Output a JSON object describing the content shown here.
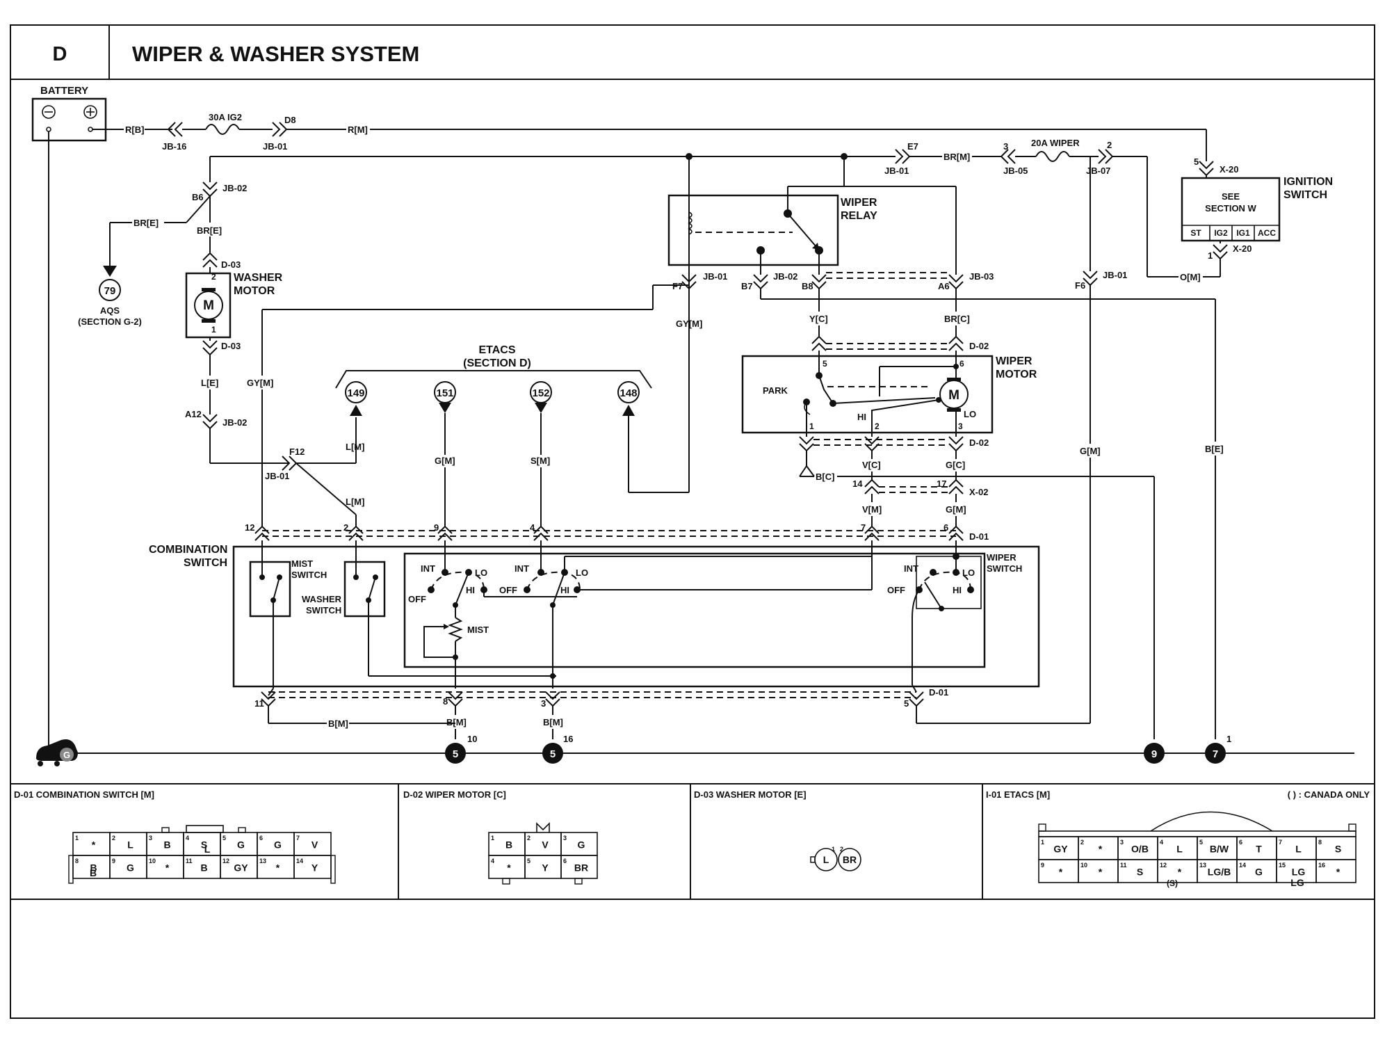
{
  "header": {
    "section": "D",
    "title": "WIPER & WASHER SYSTEM"
  },
  "labels": {
    "battery": "BATTERY",
    "fuse_ig2": "30A IG2",
    "fuse_wiper": "20A WIPER",
    "rb": "R[B]",
    "rm": "R[M]",
    "brm": "BR[M]",
    "jb16": "JB-16",
    "jb01": "JB-01",
    "jb05": "JB-05",
    "jb07": "JB-07",
    "jb02": "JB-02",
    "jb03": "JB-03",
    "d8": "D8",
    "e7": "E7",
    "n3": "3",
    "n2": "2",
    "x20": "X-20",
    "n5": "5",
    "n1": "1",
    "ignition": [
      "IGNITION",
      "SWITCH"
    ],
    "see_section": [
      "SEE",
      "SECTION W"
    ],
    "ign_pos": [
      "ST",
      "IG2",
      "IG1",
      "ACC"
    ],
    "om": "O[M]",
    "b6": "B6",
    "bre": "BR[E]",
    "aqs_num": "79",
    "aqs": [
      "AQS",
      "(SECTION G-2)"
    ],
    "d03": "D-03",
    "washer_motor": [
      "WASHER",
      "MOTOR"
    ],
    "m": "M",
    "le": "L[E]",
    "gym": "GY[M]",
    "a12": "A12",
    "f12": "F12",
    "wiper_relay": [
      "WIPER",
      "RELAY"
    ],
    "f7": "F7",
    "b7": "B7",
    "b8": "B8",
    "a6": "A6",
    "f6": "F6",
    "yc": "Y[C]",
    "brc": "BR[C]",
    "d02": "D-02",
    "wiper_motor": [
      "WIPER",
      "MOTOR"
    ],
    "park": "PARK",
    "hi": "HI",
    "lo": "LO",
    "p5": "5",
    "p6": "6",
    "p1": "1",
    "p2": "2",
    "p3": "3",
    "bc": "B[C]",
    "vc": "V[C]",
    "gc": "G[C]",
    "p14": "14",
    "p17": "17",
    "x02": "X-02",
    "vm": "V[M]",
    "gm": "G[M]",
    "sm": "S[M]",
    "lm": "L[M]",
    "be": "B[E]",
    "etacs": [
      "ETACS",
      "(SECTION D)"
    ],
    "e149": "149",
    "e151": "151",
    "e152": "152",
    "e148": "148",
    "p12": "12",
    "p9": "9",
    "p4": "4",
    "p7": "7",
    "d01": "D-01",
    "combination_switch": [
      "COMBINATION",
      "SWITCH"
    ],
    "mist_switch": [
      "MIST",
      "SWITCH"
    ],
    "washer_switch": [
      "WASHER",
      "SWITCH"
    ],
    "wiper_switch": [
      "WIPER",
      "SWITCH"
    ],
    "int": "INT",
    "off": "OFF",
    "mist": "MIST",
    "p11": "11",
    "p8": "8",
    "bm": "B[M]",
    "g_ground": "G",
    "g5": "5",
    "g9": "9",
    "g7": "7",
    "g10": "10",
    "g16": "16",
    "g1": "1"
  },
  "connectors": {
    "d01": {
      "title": "D-01 COMBINATION SWITCH [M]",
      "row1": [
        {
          "n": "1",
          "v": "*"
        },
        {
          "n": "2",
          "v": "L"
        },
        {
          "n": "3",
          "v": "B"
        },
        {
          "n": "4",
          "v": "S"
        },
        {
          "n": "5",
          "v": "G"
        },
        {
          "n": "6",
          "v": "G"
        },
        {
          "n": "7",
          "v": "V"
        }
      ],
      "row1_sub": "L",
      "row2": [
        {
          "n": "8",
          "v": "B"
        },
        {
          "n": "9",
          "v": "G"
        },
        {
          "n": "10",
          "v": "*"
        },
        {
          "n": "11",
          "v": "B"
        },
        {
          "n": "12",
          "v": "GY"
        },
        {
          "n": "13",
          "v": "*"
        },
        {
          "n": "14",
          "v": "Y"
        }
      ],
      "row2_sub": "B"
    },
    "d02": {
      "title": "D-02 WIPER MOTOR [C]",
      "row1": [
        {
          "n": "1",
          "v": "B"
        },
        {
          "n": "2",
          "v": "V"
        },
        {
          "n": "3",
          "v": "G"
        }
      ],
      "row2": [
        {
          "n": "4",
          "v": "*"
        },
        {
          "n": "5",
          "v": "Y"
        },
        {
          "n": "6",
          "v": "BR"
        }
      ]
    },
    "d03": {
      "title": "D-03 WASHER MOTOR [E]",
      "pins": [
        "L",
        "BR"
      ],
      "pin_nums": [
        "1",
        "2"
      ]
    },
    "i01": {
      "title": "I-01 ETACS [M]",
      "note": "(    ) : CANADA ONLY",
      "row1": [
        {
          "n": "1",
          "v": "GY"
        },
        {
          "n": "2",
          "v": "*"
        },
        {
          "n": "3",
          "v": "O/B"
        },
        {
          "n": "4",
          "v": "L"
        },
        {
          "n": "5",
          "v": "B/W"
        },
        {
          "n": "6",
          "v": "T"
        },
        {
          "n": "7",
          "v": "L"
        },
        {
          "n": "8",
          "v": "S"
        }
      ],
      "row2": [
        {
          "n": "9",
          "v": "*"
        },
        {
          "n": "10",
          "v": "*"
        },
        {
          "n": "11",
          "v": "S"
        },
        {
          "n": "12",
          "v": "*"
        },
        {
          "n": "13",
          "v": "LG/B"
        },
        {
          "n": "14",
          "v": "G"
        },
        {
          "n": "15",
          "v": "LG"
        },
        {
          "n": "16",
          "v": "*"
        }
      ],
      "row2_sub12": "(S)",
      "row2_sub15": "LG"
    }
  }
}
